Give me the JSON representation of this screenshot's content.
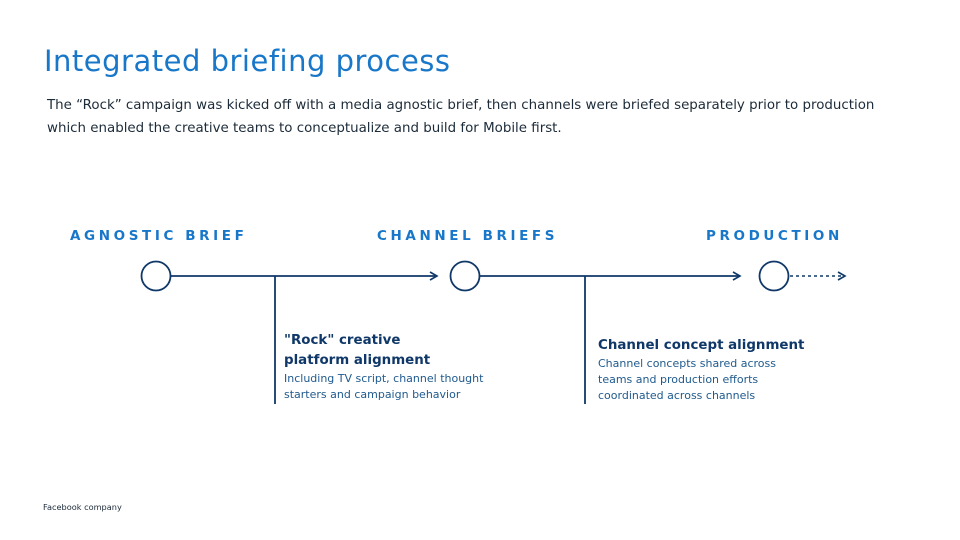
{
  "title": "Integrated briefing process",
  "subtitle": "The “Rock” campaign was kicked off with a media agnostic brief, then channels were briefed separately prior to production which enabled the creative teams to conceptualize and build for Mobile first.",
  "stages": [
    "AGNOSTIC BRIEF",
    "CHANNEL BRIEFS",
    "PRODUCTION"
  ],
  "notes": [
    {
      "title_line1": "\"Rock\" creative",
      "title_line2": "platform alignment",
      "text_line1": "Including TV script, channel thought",
      "text_line2": "starters and campaign behavior"
    },
    {
      "title_line1": "Channel concept alignment",
      "text_line1": "Channel concepts shared across",
      "text_line2": "teams and production efforts",
      "text_line3": "coordinated across channels"
    }
  ],
  "footer": "Facebook company",
  "colors": {
    "accent": "#1877c9",
    "line": "#0f3868",
    "text": "#1c2b39"
  }
}
